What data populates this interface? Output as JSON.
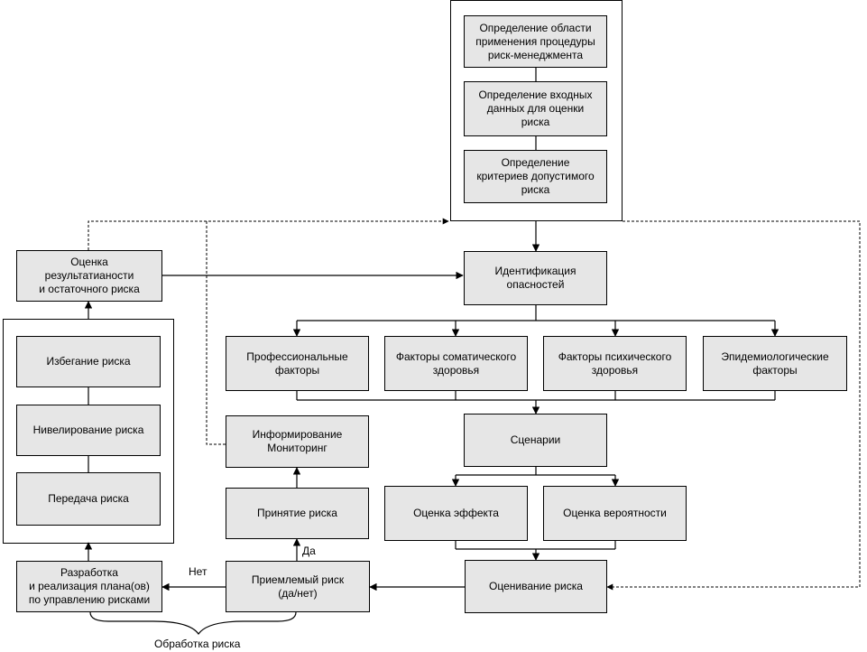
{
  "boxes": {
    "scope": "Определение области\nприменения процедуры\nриск-менеджмента",
    "input_data": "Определение входных\nданных для оценки\nриска",
    "criteria": "Определение\nкритериев допустимого\nриска",
    "identification": "Идентификация\nопасностей",
    "effectiveness": "Оценка\nрезультатианости\nи остаточного риска",
    "avoidance": "Избегание риска",
    "leveling": "Нивелирование риска",
    "transfer": "Передача риска",
    "professional": "Профессиональные\nфакторы",
    "somatic": "Факторы соматического\nздоровья",
    "mental": "Факторы психического\nздоровья",
    "epidemiological": "Эпидемиологические\nфакторы",
    "informing": "Информирование\nМониторинг",
    "scenarios": "Сценарии",
    "acceptance": "Принятие риска",
    "effect": "Оценка эффекта",
    "probability": "Оценка вероятности",
    "plan": "Разработка\nи реализация плана(ов)\nпо управлению рисками",
    "acceptable": "Приемлемый риск\n(да/нет)",
    "evaluation": "Оценивание риска"
  },
  "labels": {
    "yes": "Да",
    "no": "Нет",
    "treatment": "Обработка риска"
  }
}
